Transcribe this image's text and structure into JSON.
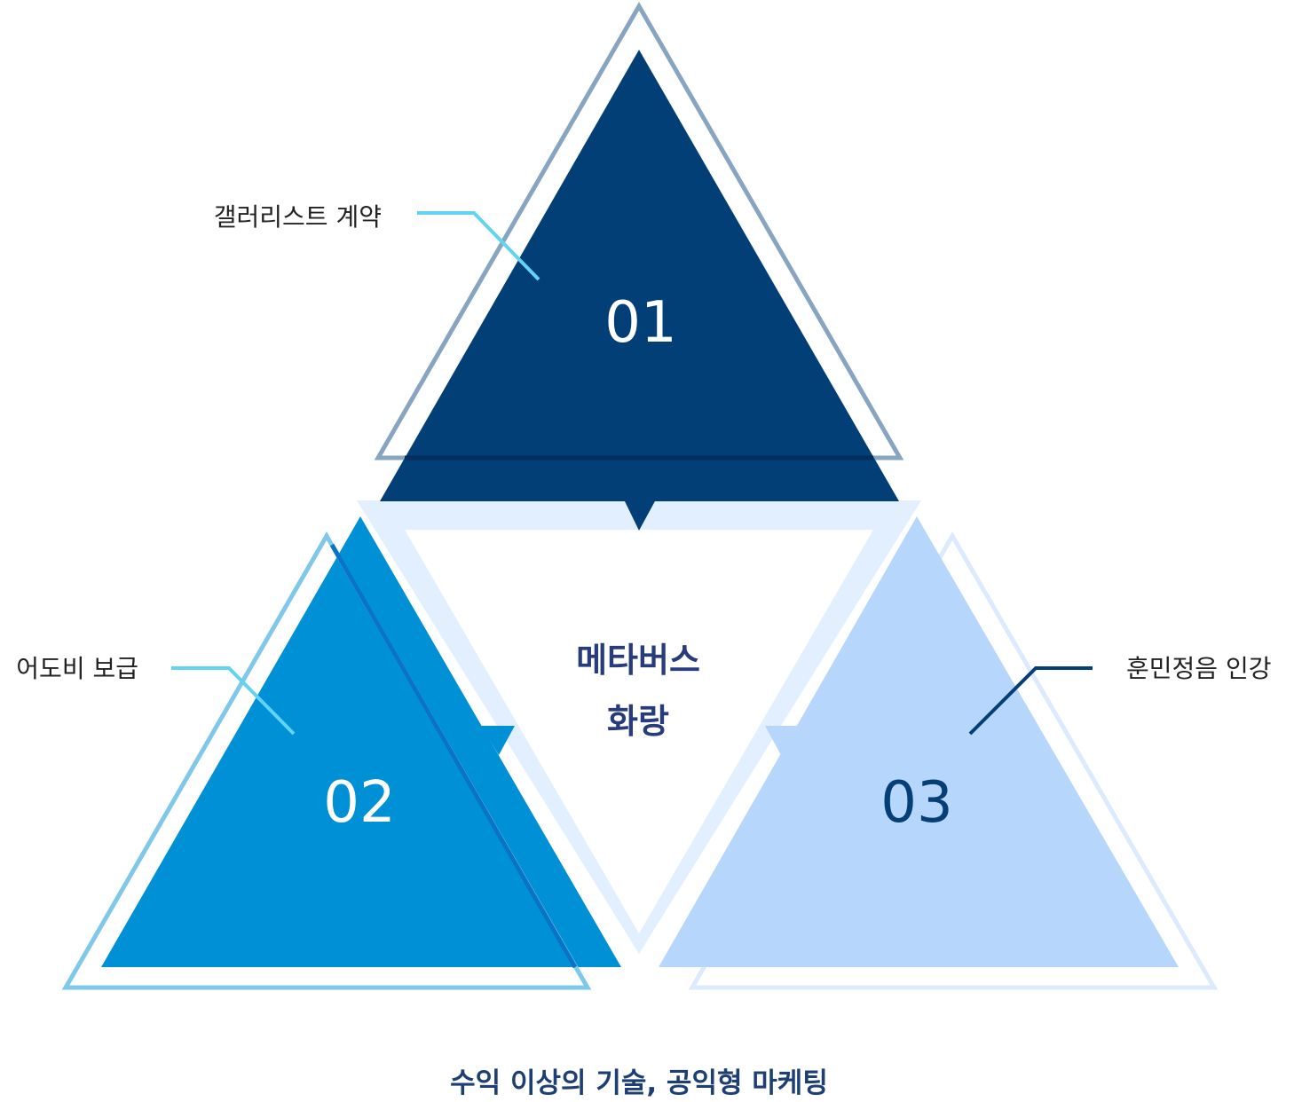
{
  "center": {
    "line1": "메타버스",
    "line2": "화랑"
  },
  "triangles": [
    {
      "number": "01",
      "label": "갤러리스트 계약"
    },
    {
      "number": "02",
      "label": "어도비 보급"
    },
    {
      "number": "03",
      "label": "훈민정음 인강"
    }
  ],
  "caption": "수익 이상의 기술, 공익형 마케팅",
  "colors": {
    "navy": "#033f77",
    "navy_outline": "#87a5c0",
    "blue": "#0090d6",
    "blue_outline": "#7fc8ea",
    "light": "#b6d6fc",
    "light_outline": "#dbebfd",
    "inner_frame": "#e2efff",
    "connector_cyan": "#62d3f2",
    "connector_navy": "#043f78",
    "center_text": "#283c7c",
    "caption_text": "#1d3f73"
  }
}
